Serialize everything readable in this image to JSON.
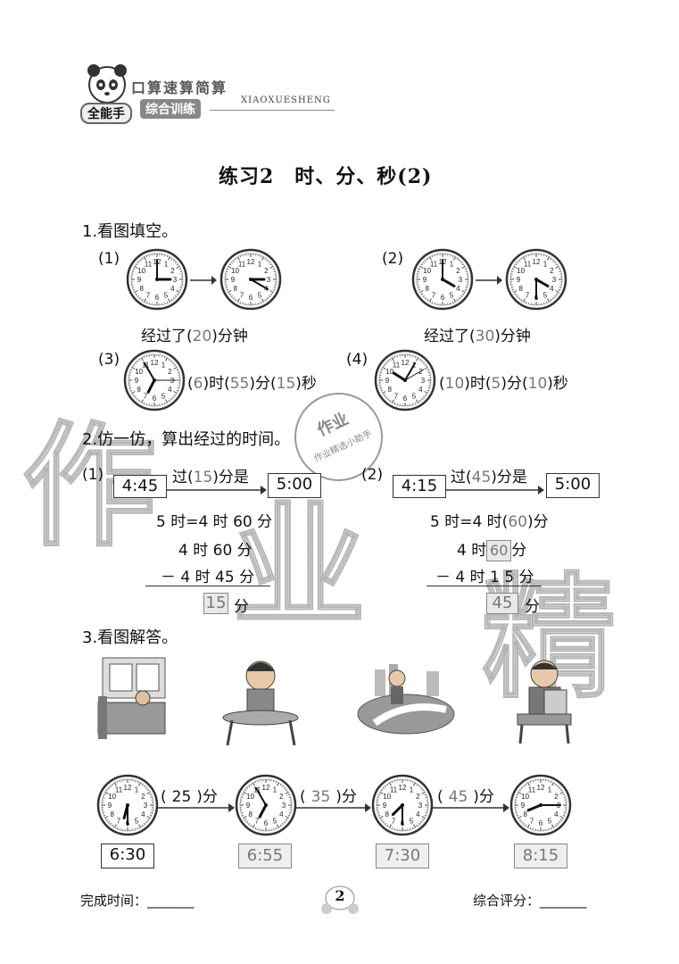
{
  "header": {
    "brand": "全能手",
    "series_top": "口算速算简算",
    "series_bottom": "综合训练",
    "pinyin": "XIAOXUESHENG"
  },
  "title": "练习2　时、分、秒(2)",
  "q1": {
    "heading": "1.看图填空。",
    "p1": {
      "label": "(1)",
      "prefix": "经过了(",
      "answer": "20",
      "suffix": ")分钟"
    },
    "p2": {
      "label": "(2)",
      "prefix": "经过了(",
      "answer": "30",
      "suffix": ")分钟"
    },
    "p3": {
      "label": "(3)",
      "h": "6",
      "m": "55",
      "s": "15",
      "unit_h": ")时(",
      "unit_m": ")分(",
      "unit_s": ")秒",
      "open": "("
    },
    "p4": {
      "label": "(4)",
      "h": "10",
      "m": "5",
      "s": "10",
      "unit_h": ")时(",
      "unit_m": ")分(",
      "unit_s": ")秒",
      "open": "("
    }
  },
  "q2": {
    "heading": "2.仿一仿，算出经过的时间。",
    "left": {
      "label": "(1)",
      "start": "4:45",
      "end": "5:00",
      "over_prefix": "过(",
      "over_answer": "15",
      "over_suffix": ")分是",
      "line1": "5 时=4 时 60 分",
      "line2": "4 时 60 分",
      "line3": "－ 4 时 45 分",
      "result": "15",
      "result_unit": "分"
    },
    "right": {
      "label": "(2)",
      "start": "4:15",
      "end": "5:00",
      "over_prefix": "过(",
      "over_answer": "45",
      "over_suffix": ")分是",
      "line1_prefix": "5 时=4 时(",
      "line1_answer": "60",
      "line1_suffix": ")分",
      "line2_prefix": "4 时",
      "line2_answer": "60",
      "line2_suffix": "分",
      "line3": "－ 4 时 1 5 分",
      "result": "45",
      "result_unit": "分"
    }
  },
  "q3": {
    "heading": "3.看图解答。",
    "gaps": [
      {
        "open": "(",
        "answer": "25",
        "close": ")分"
      },
      {
        "open": "(",
        "answer": "35",
        "close": ")分"
      },
      {
        "open": "(",
        "answer": "45",
        "close": ")分"
      }
    ],
    "times": [
      "6:30",
      "6:55",
      "7:30",
      "8:15"
    ]
  },
  "stamp": {
    "line1": "作业",
    "line2": "作业精选小助手"
  },
  "watermark": [
    "作",
    "业",
    "精"
  ],
  "footer": {
    "left": "完成时间：_______",
    "page": "2",
    "right": "综合评分：_______"
  }
}
